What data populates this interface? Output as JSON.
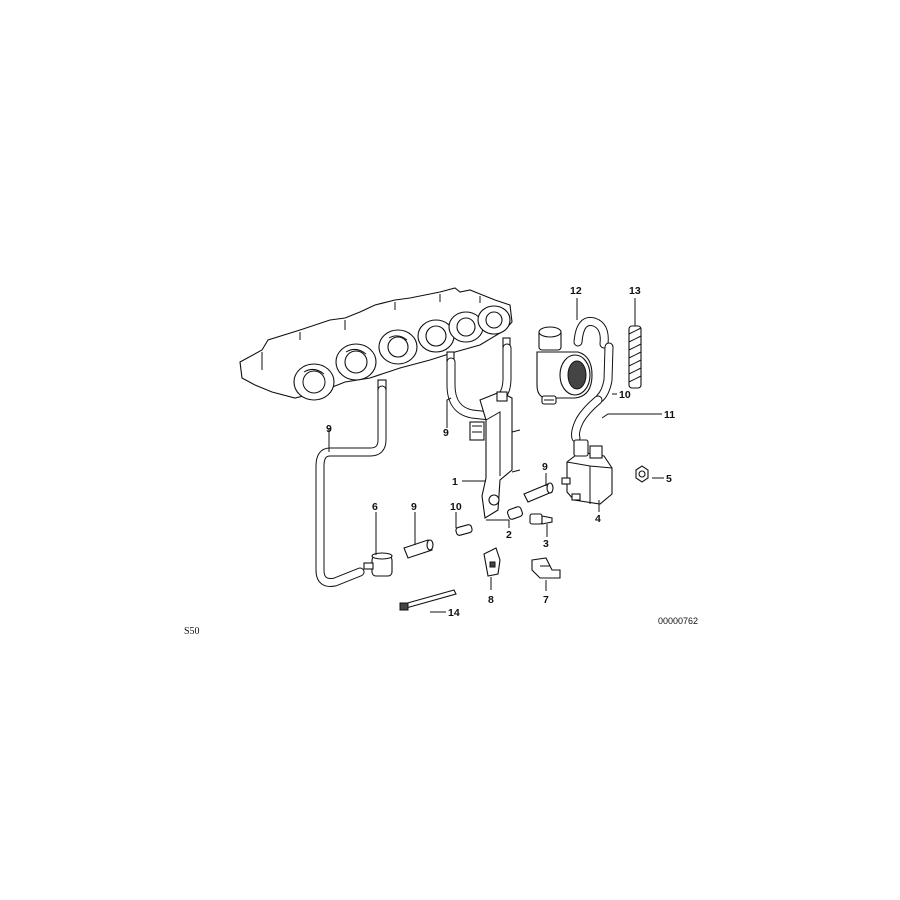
{
  "diagram": {
    "model_code": "S50",
    "image_number": "00000762",
    "callouts": [
      {
        "id": "c1",
        "label": "1",
        "part": "bracket"
      },
      {
        "id": "c2",
        "label": "2",
        "part": "connector"
      },
      {
        "id": "c3",
        "label": "3",
        "part": "screw"
      },
      {
        "id": "c4",
        "label": "4",
        "part": "solenoid-valve"
      },
      {
        "id": "c5",
        "label": "5",
        "part": "nut"
      },
      {
        "id": "c6",
        "label": "6",
        "part": "damper"
      },
      {
        "id": "c7",
        "label": "7",
        "part": "holder"
      },
      {
        "id": "c8",
        "label": "8",
        "part": "clip"
      },
      {
        "id": "c9a",
        "label": "9",
        "part": "hose"
      },
      {
        "id": "c9b",
        "label": "9",
        "part": "hose"
      },
      {
        "id": "c9c",
        "label": "9",
        "part": "hose"
      },
      {
        "id": "c9d",
        "label": "9",
        "part": "hose"
      },
      {
        "id": "c10a",
        "label": "10",
        "part": "hose-piece"
      },
      {
        "id": "c10b",
        "label": "10",
        "part": "hose"
      },
      {
        "id": "c11",
        "label": "11",
        "part": "hose"
      },
      {
        "id": "c12",
        "label": "12",
        "part": "hose"
      },
      {
        "id": "c13",
        "label": "13",
        "part": "hose"
      },
      {
        "id": "c14",
        "label": "14",
        "part": "cable-tie"
      }
    ]
  }
}
